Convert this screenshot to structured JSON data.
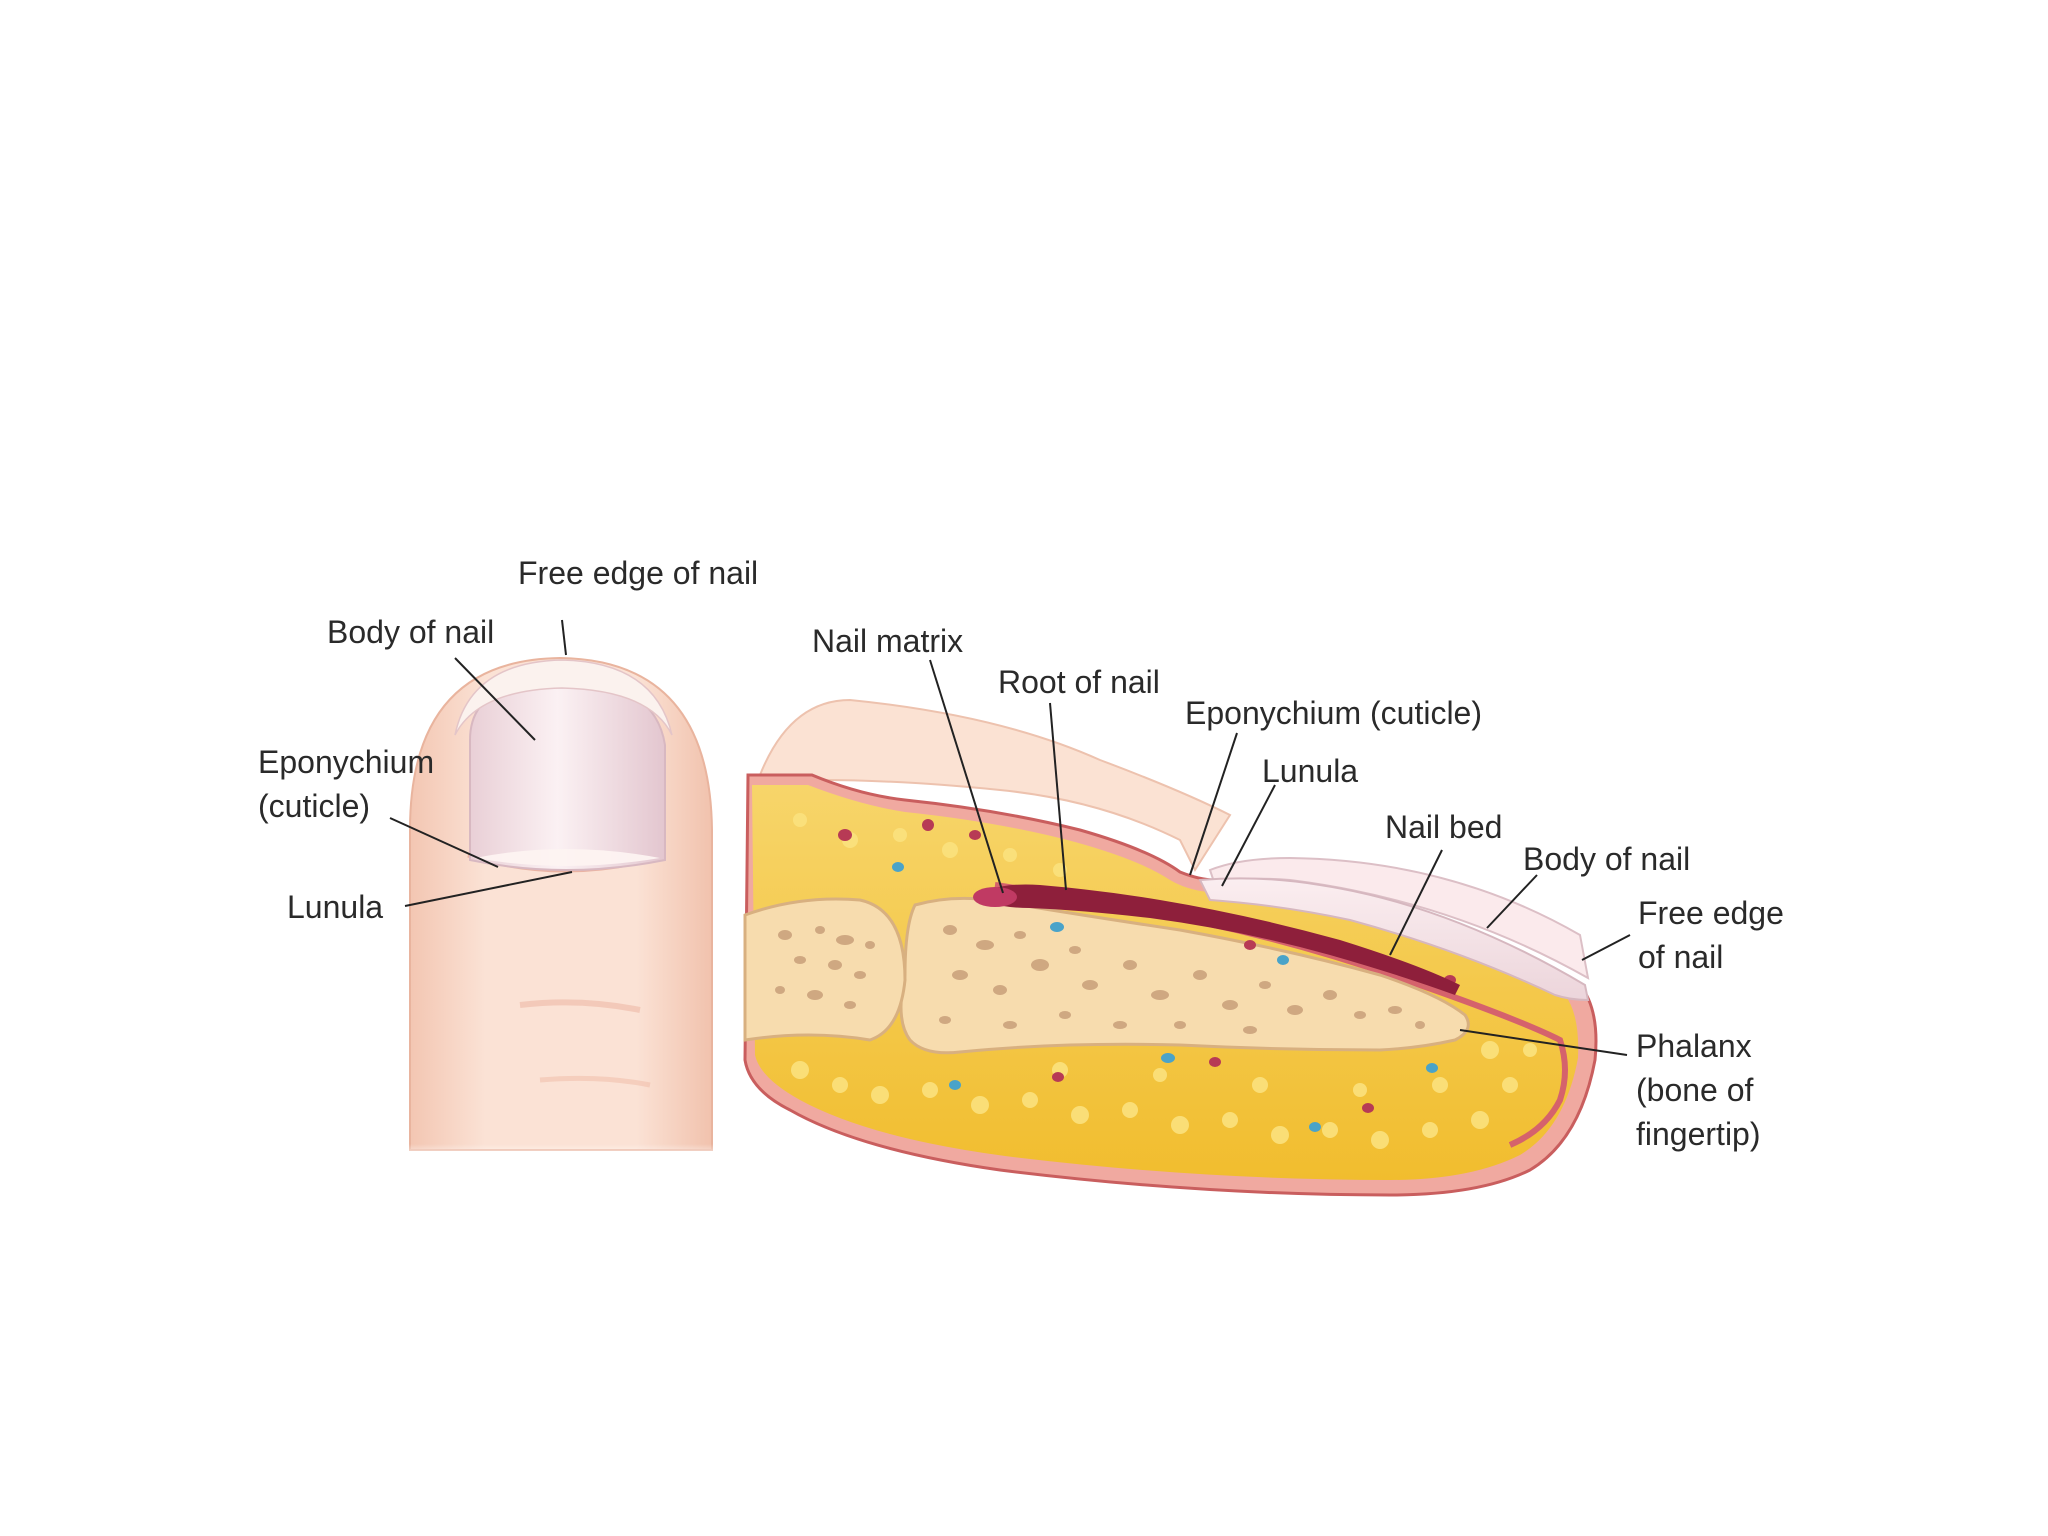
{
  "colors": {
    "skin_light": "#fbe3d6",
    "skin_mid": "#f3c9b5",
    "nail_pale": "#f6e6ea",
    "fat_yellow": "#f5c842",
    "fat_light": "#fbe08a",
    "bone": "#f6dcb0",
    "bone_spots": "#c59e76",
    "dermis_pink": "#e89a92",
    "nail_root_dark": "#8e1f3b",
    "vessel_red": "#b73a55",
    "vessel_blue": "#4aa3c9"
  },
  "illustrations": {
    "finger_top_view": "fingertip-top-view",
    "cross_section": "fingertip-sagittal-cross-section"
  },
  "labels": {
    "top_view": {
      "free_edge": "Free edge of nail",
      "body": "Body of nail",
      "eponychium_1": "Eponychium",
      "eponychium_2": "(cuticle)",
      "lunula": "Lunula"
    },
    "section_view": {
      "nail_matrix": "Nail matrix",
      "root": "Root of nail",
      "eponychium": "Eponychium (cuticle)",
      "lunula": "Lunula",
      "nail_bed": "Nail bed",
      "body": "Body of nail",
      "free_edge_1": "Free edge",
      "free_edge_2": "of nail",
      "phalanx_1": "Phalanx",
      "phalanx_2": "(bone of",
      "phalanx_3": "fingertip)"
    }
  }
}
